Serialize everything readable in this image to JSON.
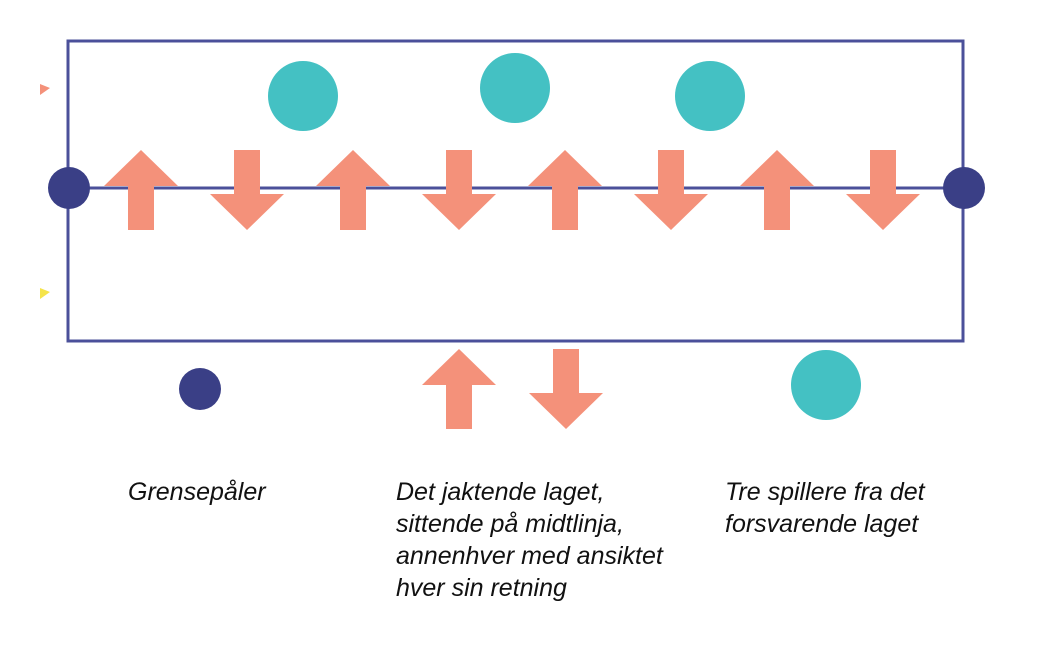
{
  "colors": {
    "field_line": "#4b509a",
    "boundary_post": "#3a3f86",
    "chaser_arrow": "#f4917a",
    "defender": "#44c1c3",
    "edge_mark_orange": "#f4917a",
    "edge_mark_yellow": "#f5e44a"
  },
  "field": {
    "players_on_midline": [
      "up",
      "down",
      "up",
      "down",
      "up",
      "down",
      "up",
      "down"
    ],
    "defenders_in_field": 3
  },
  "legend": {
    "boundary_posts": {
      "icon": "dark-blue-circle",
      "lines": [
        "Grensepåler"
      ]
    },
    "chasing_team": {
      "icon": "up-and-down-arrows",
      "lines": [
        "Det jaktende laget,",
        "sittende på midtlinja,",
        "annenhver med ansiktet",
        "hver sin retning"
      ]
    },
    "defending_team": {
      "icon": "teal-circle",
      "lines": [
        "Tre spillere fra det",
        "forsvarende laget"
      ]
    }
  }
}
